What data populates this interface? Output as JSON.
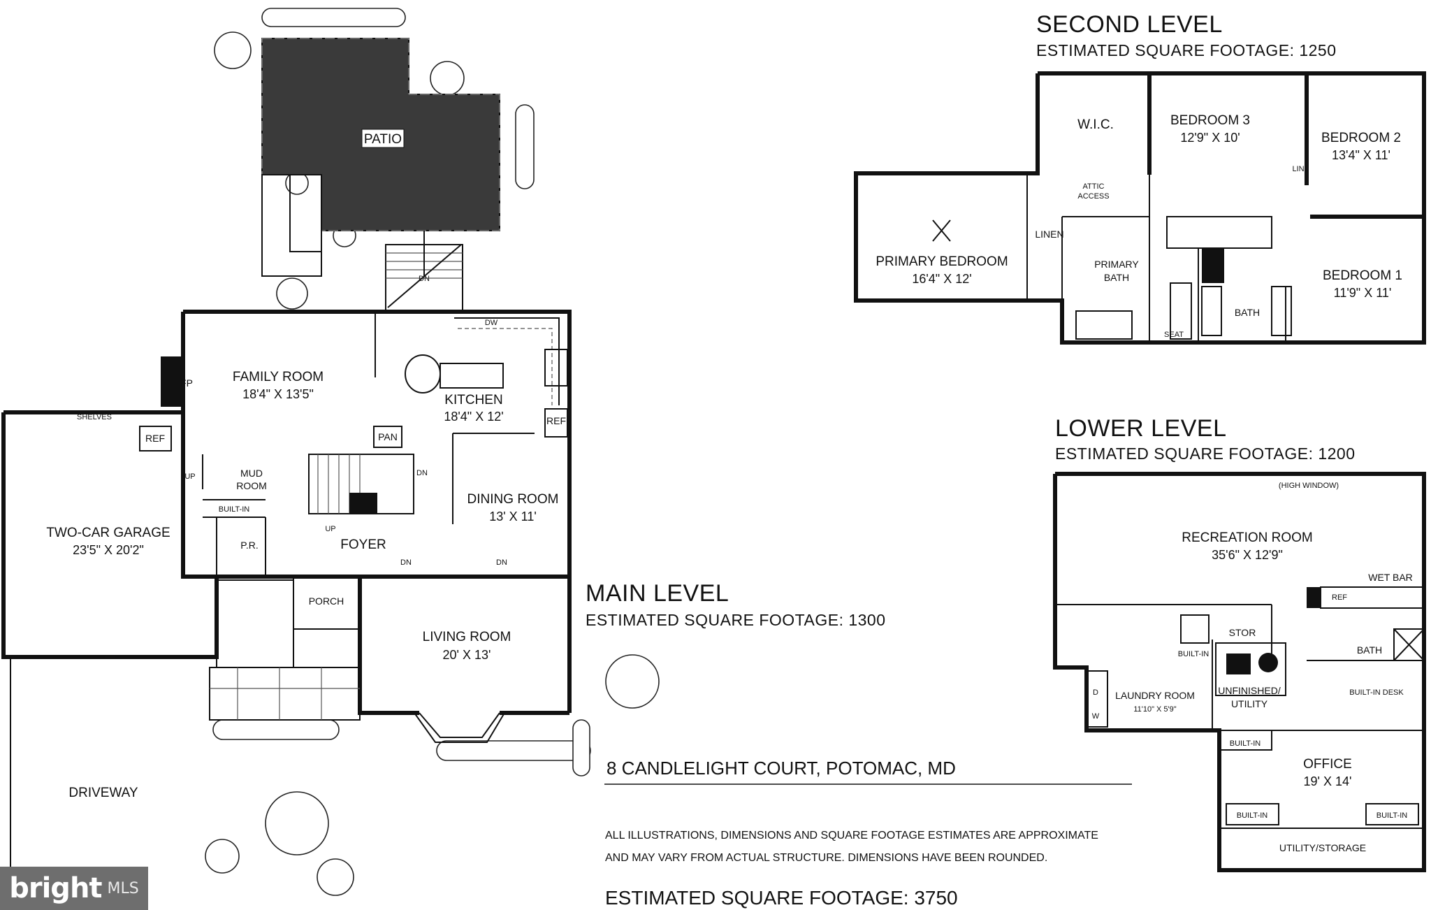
{
  "main_level": {
    "title": "MAIN LEVEL",
    "sqft": "ESTIMATED SQUARE FOOTAGE: 1300",
    "rooms": {
      "patio": "PATIO",
      "family_room": "FAMILY ROOM",
      "family_room_dim": "18'4\" X 13'5\"",
      "kitchen": "KITCHEN",
      "kitchen_dim": "18'4\" X 12'",
      "dining_room": "DINING ROOM",
      "dining_room_dim": "13' X 11'",
      "living_room": "LIVING ROOM",
      "living_room_dim": "20' X 13'",
      "foyer": "FOYER",
      "porch": "PORCH",
      "mud_room": "MUD",
      "mud_room_2": "ROOM",
      "pr": "P.R.",
      "pan": "PAN",
      "garage": "TWO-CAR GARAGE",
      "garage_dim": "23'5\" X 20'2\"",
      "driveway": "DRIVEWAY"
    },
    "labels": {
      "fp": "FP",
      "ref": "REF",
      "shelves": "SHELVES",
      "built_in": "BUILT-IN",
      "dw": "DW",
      "up": "UP",
      "dn": "DN"
    }
  },
  "second_level": {
    "title": "SECOND LEVEL",
    "sqft": "ESTIMATED SQUARE FOOTAGE: 1250",
    "rooms": {
      "wic": "W.I.C.",
      "bedroom3": "BEDROOM 3",
      "bedroom3_dim": "12'9\" X 10'",
      "bedroom2": "BEDROOM 2",
      "bedroom2_dim": "13'4\" X 11'",
      "bedroom1": "BEDROOM 1",
      "bedroom1_dim": "11'9\" X 11'",
      "primary_bedroom": "PRIMARY BEDROOM",
      "primary_bedroom_dim": "16'4\" X 12'",
      "primary_bath": "PRIMARY",
      "primary_bath_2": "BATH",
      "bath": "BATH",
      "linen": "LINEN",
      "lin": "LIN",
      "attic": "ATTIC",
      "attic_2": "ACCESS",
      "seat": "SEAT"
    }
  },
  "lower_level": {
    "title": "LOWER LEVEL",
    "sqft": "ESTIMATED SQUARE FOOTAGE: 1200",
    "rooms": {
      "high_window": "(HIGH WINDOW)",
      "recreation_room": "RECREATION ROOM",
      "recreation_room_dim": "35'6\" X 12'9\"",
      "wet_bar": "WET BAR",
      "ref": "REF",
      "stor": "STOR",
      "bath": "BATH",
      "built_in": "BUILT-IN",
      "built_in_desk": "BUILT-IN DESK",
      "laundry_room": "LAUNDRY ROOM",
      "laundry_room_dim": "11'10\" X 5'9\"",
      "unfinished": "UNFINISHED/",
      "unfinished_2": "UTILITY",
      "office": "OFFICE",
      "office_dim": "19' X 14'",
      "utility_storage": "UTILITY/STORAGE",
      "d": "D",
      "w": "W"
    }
  },
  "footer": {
    "address": "8 CANDLELIGHT COURT, POTOMAC, MD",
    "disclaimer_line1": "ALL ILLUSTRATIONS, DIMENSIONS AND SQUARE FOOTAGE ESTIMATES ARE APPROXIMATE",
    "disclaimer_line2": "AND MAY VARY FROM ACTUAL STRUCTURE. DIMENSIONS HAVE BEEN ROUNDED.",
    "total_sqft": "ESTIMATED SQUARE FOOTAGE: 3750"
  },
  "watermark": {
    "brand": "bright",
    "suffix": "MLS"
  }
}
